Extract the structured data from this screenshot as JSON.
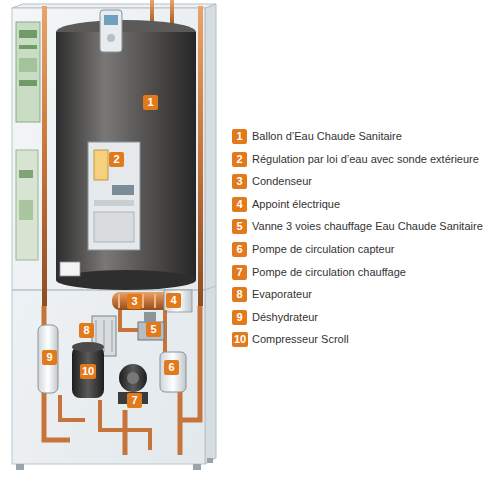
{
  "diagram": {
    "labels": [
      "1",
      "2",
      "3",
      "4",
      "5",
      "6",
      "7",
      "8",
      "9",
      "10",
      "1",
      "Ballon d’Eau Chaude Sanitaire",
      "2",
      "Régulation par loi d’eau avec sonde extérieure",
      "3",
      "Condenseur",
      "4",
      "Appoint électrique",
      "5",
      "Vanne 3 voies chauffage Eau Chaude Sanitaire",
      "6",
      "Pompe de circulation capteur",
      "7",
      "Pompe de circulation chauffage",
      "8",
      "Evaporateur",
      "9",
      "Déshydrateur",
      "10",
      "Compresseur Scroll"
    ]
  }
}
